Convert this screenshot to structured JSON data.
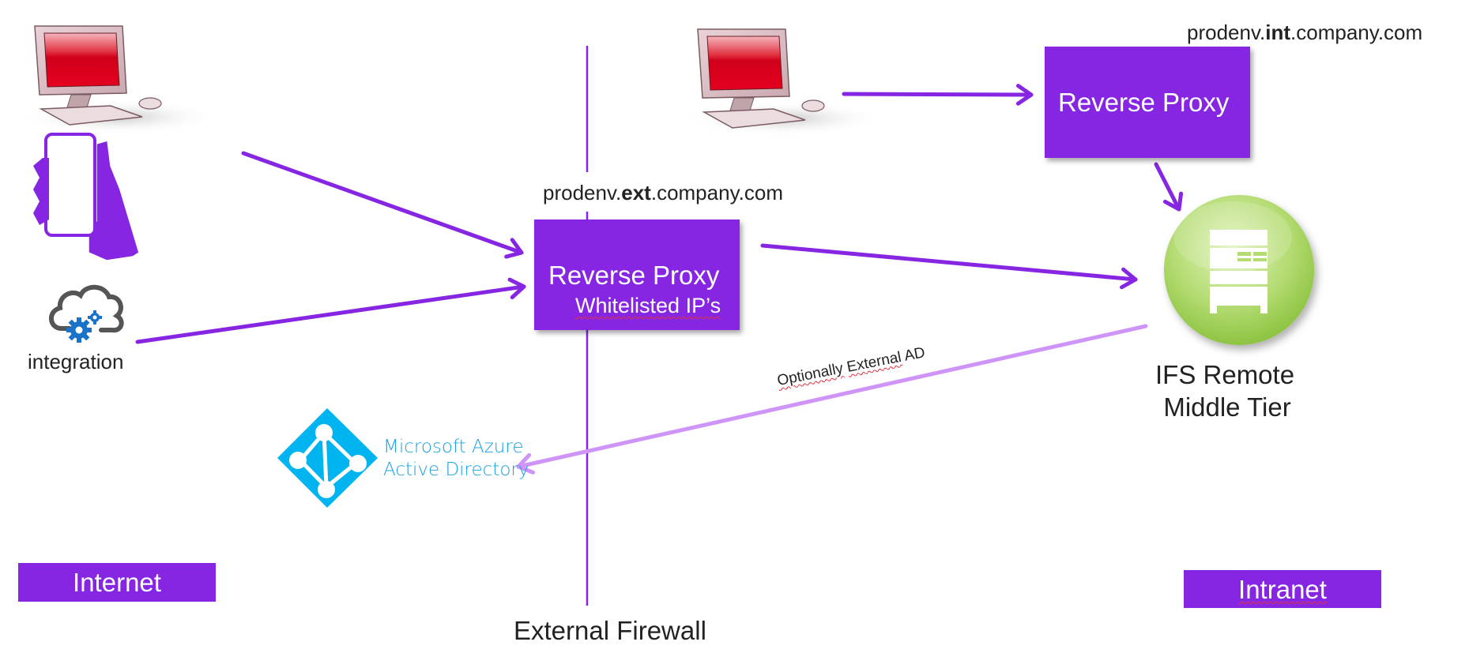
{
  "diagram": {
    "colors": {
      "primary_purple": "#8626e2",
      "light_purple_arrow": "#cf94f8",
      "azure_blue": "#1ba1e2",
      "server_green": "#8dc63f",
      "screen_red": "#d8001a"
    },
    "zones": {
      "internet": "Internet",
      "intranet": "Intranet"
    },
    "clients": {
      "desktop_icon": "desktop-computer-icon",
      "mobile_icon": "mobile-phone-in-hand-icon",
      "integration_icon": "cloud-gears-icon",
      "integration_label": "integration",
      "internal_desktop_icon": "desktop-computer-icon"
    },
    "external_proxy": {
      "hostname_prefix": "prodenv.",
      "hostname_bold": "ext",
      "hostname_suffix": ".company.com",
      "title": "Reverse Proxy",
      "subtitle_word1": "Whitelisted",
      "subtitle_word2": "IP’s"
    },
    "internal_proxy": {
      "hostname_prefix": "prodenv.",
      "hostname_bold": "int",
      "hostname_suffix": ".company.com",
      "title": "Reverse Proxy"
    },
    "middle_tier": {
      "icon": "server-rack-icon",
      "line1": "IFS Remote",
      "line2": "Middle Tier"
    },
    "azure": {
      "icon": "azure-active-directory-icon",
      "line1": "Microsoft Azure",
      "line2": "Active Directory"
    },
    "firewall_label": "External Firewall",
    "ad_connection": {
      "word1": "Optionally",
      "word2": "External",
      "word3": "AD"
    },
    "connections": [
      {
        "from": "desktop/mobile client",
        "to": "external reverse proxy"
      },
      {
        "from": "integration",
        "to": "external reverse proxy"
      },
      {
        "from": "external reverse proxy",
        "to": "IFS Remote Middle Tier"
      },
      {
        "from": "internal desktop",
        "to": "internal reverse proxy"
      },
      {
        "from": "internal reverse proxy",
        "to": "IFS Remote Middle Tier"
      },
      {
        "from": "IFS Remote Middle Tier",
        "to": "Microsoft Azure Active Directory",
        "label": "Optionally External AD"
      }
    ]
  }
}
